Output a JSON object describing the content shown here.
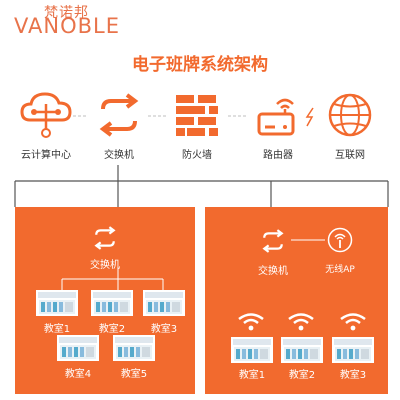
{
  "brand": {
    "cn": "梵诺邦",
    "en": "VANOBLE"
  },
  "title": "电子班牌系统架构",
  "colors": {
    "accent": "#f26a2e",
    "panel": "#f26a2e",
    "line": "#555555"
  },
  "top_row": [
    {
      "label": "云计算中心",
      "icon": "cloud-icon"
    },
    {
      "label": "交换机",
      "icon": "switch-icon"
    },
    {
      "label": "防火墙",
      "icon": "firewall-icon"
    },
    {
      "label": "路由器",
      "icon": "router-icon"
    },
    {
      "label": "互联网",
      "icon": "globe-icon"
    }
  ],
  "left_panel": {
    "switch_label": "交换机",
    "rooms": [
      "教室1",
      "教室2",
      "教室3",
      "教室4",
      "教室5"
    ]
  },
  "right_panel": {
    "switch_label": "交换机",
    "ap_label": "无线AP",
    "rooms": [
      "教室1",
      "教室2",
      "教室3"
    ]
  }
}
